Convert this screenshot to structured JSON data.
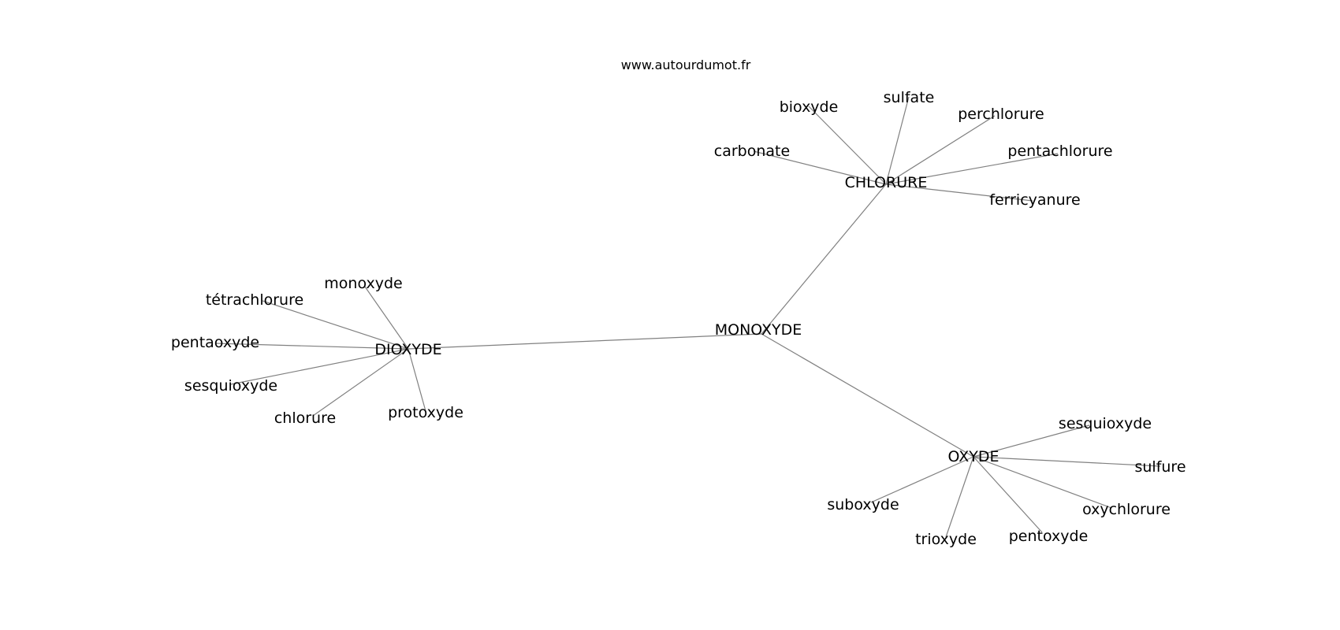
{
  "watermark": "www.autourdumot.fr",
  "graph": {
    "center": "MONOXYDE",
    "hubs": [
      {
        "label": "CHLORURE",
        "leaves": [
          "bioxyde",
          "sulfate",
          "perchlorure",
          "carbonate",
          "pentachlorure",
          "ferricyanure"
        ]
      },
      {
        "label": "DIOXYDE",
        "leaves": [
          "monoxyde",
          "tétrachlorure",
          "pentaoxyde",
          "sesquioxyde",
          "chlorure",
          "protoxyde"
        ]
      },
      {
        "label": "OXYDE",
        "leaves": [
          "sesquioxyde",
          "sulfure",
          "oxychlorure",
          "suboxyde",
          "trioxyde",
          "pentoxyde"
        ]
      }
    ]
  }
}
